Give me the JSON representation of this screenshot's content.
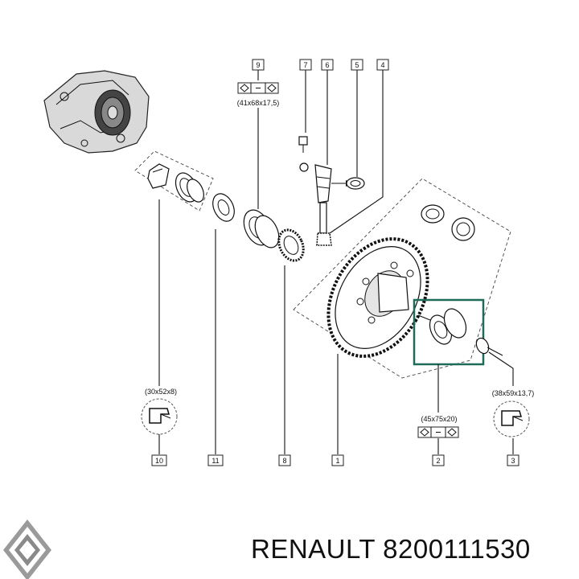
{
  "callouts": {
    "c1": "1",
    "c2": "2",
    "c3": "3",
    "c4": "4",
    "c5": "5",
    "c6": "6",
    "c7": "7",
    "c8": "8",
    "c9": "9",
    "c10": "10",
    "c11": "11"
  },
  "dimensions": {
    "bearing_9": "(41x68x17,5)",
    "seal_10": "(30x52x8)",
    "bearing_2": "(45x75x20)",
    "seal_3": "(38x59x13,7)"
  },
  "footer": {
    "brand": "RENAULT",
    "part_number": "8200111530"
  },
  "colors": {
    "highlight_box": "#1e6b5a",
    "line": "#111111",
    "logo": "#8a8a8a"
  },
  "icons": [
    "bearing-icon",
    "seal-icon",
    "renault-logo-icon"
  ]
}
